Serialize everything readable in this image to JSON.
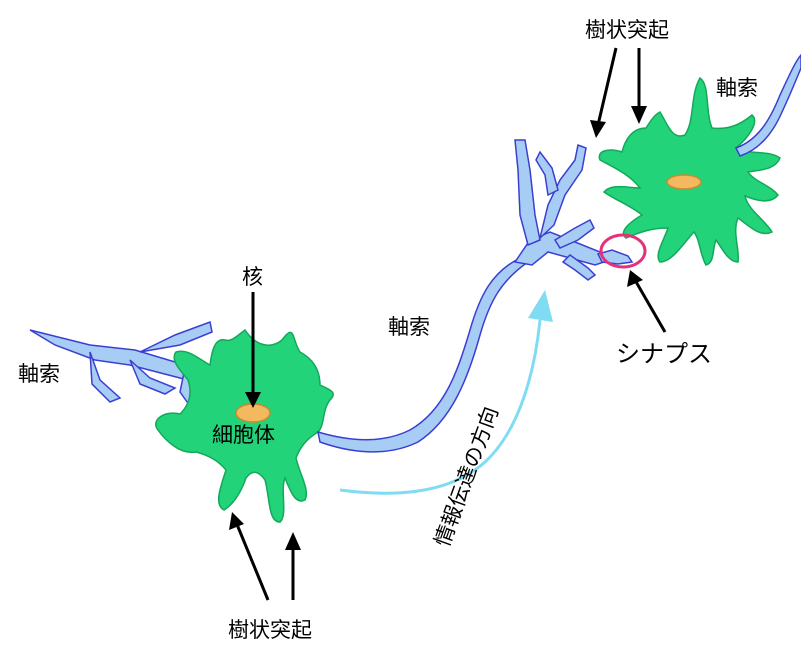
{
  "labels": {
    "dendrite_top": "樹状突起",
    "axon_top_right": "軸索",
    "nucleus": "核",
    "axon_middle": "軸索",
    "axon_left": "軸索",
    "synapse": "シナプス",
    "cell_body": "細胞体",
    "info_direction": "情報伝達の方向",
    "dendrite_bottom": "樹状突起"
  },
  "colors": {
    "cell_body": "#22d37a",
    "cell_body_outline": "#14a85a",
    "nucleus": "#f4b860",
    "nucleus_outline": "#c98a2e",
    "axon_fill": "#a8cdf5",
    "axon_outline": "#3b3fd1",
    "synapse_circle": "#e5317a",
    "direction_arrow": "#7fdcf3",
    "text": "#000000"
  }
}
